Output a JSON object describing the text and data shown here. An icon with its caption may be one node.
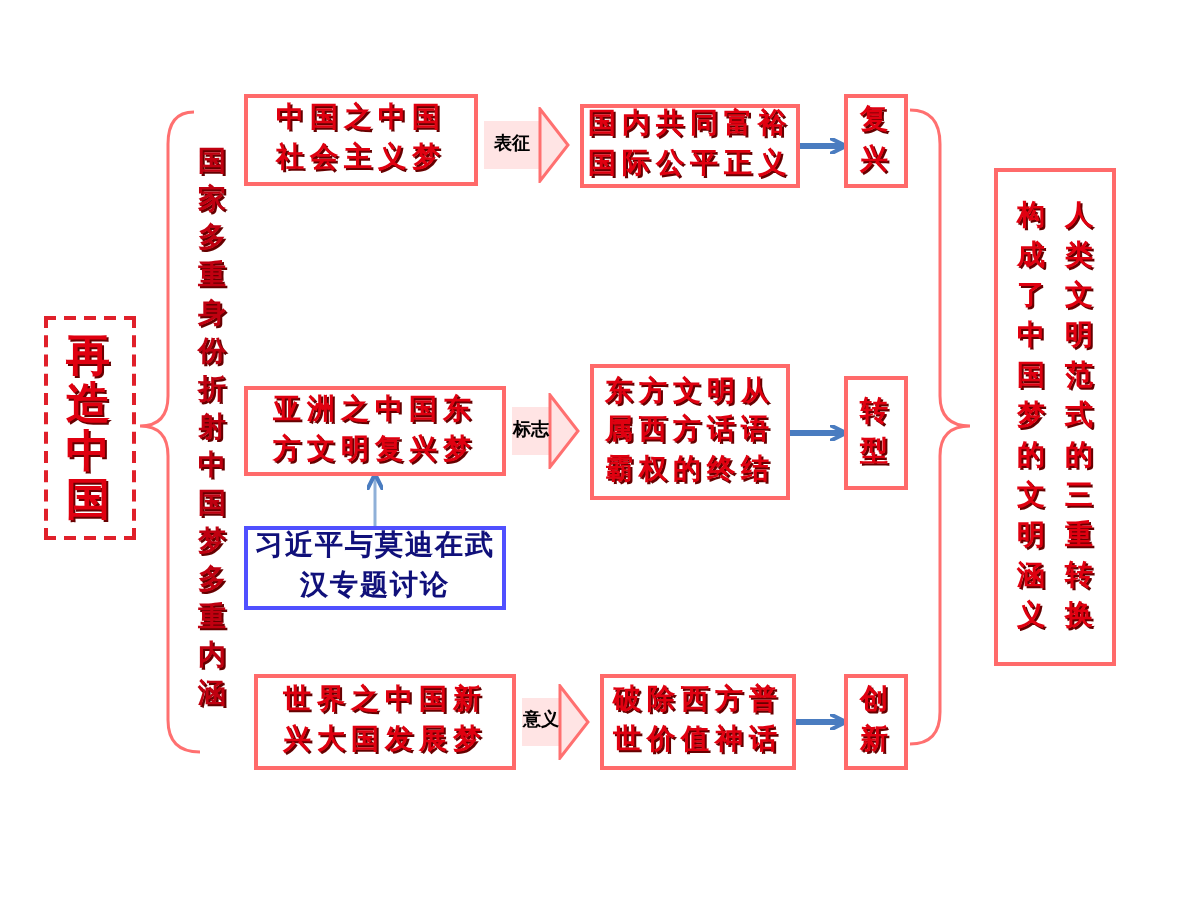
{
  "diagram": {
    "nodes": [
      {
        "text": [
          "再造中国"
        ]
      },
      {
        "text": [
          "中国之中国社会主义梦"
        ]
      },
      {
        "text": [
          "国内共同富裕国际公平正义"
        ]
      },
      {
        "text": [
          "复兴"
        ]
      },
      {
        "text": [
          "亚洲之中国东方文明复兴梦"
        ]
      },
      {
        "text": [
          "东方文明从属西方话语霸权的终结"
        ]
      },
      {
        "text": [
          "转型"
        ]
      },
      {
        "text": [
          "习近平与莫迪在武汉专题讨论"
        ]
      },
      {
        "text": [
          "世界之中国新兴大国发展梦"
        ]
      },
      {
        "text": [
          "破除西方普世价值神话"
        ]
      },
      {
        "text": [
          "创新"
        ]
      },
      {
        "text": [
          "人类文明范式的三重转换构成了中国梦的文明涵义"
        ]
      }
    ],
    "edges": [
      {
        "from": 1,
        "to": 2,
        "arrow": "to",
        "label": "表征",
        "style": "thick"
      },
      {
        "from": 2,
        "to": 3,
        "arrow": "to",
        "color": "#4a7cc0"
      },
      {
        "from": 4,
        "to": 5,
        "arrow": "to",
        "label": "标志",
        "style": "thick"
      },
      {
        "from": 5,
        "to": 6,
        "arrow": "to",
        "color": "#4a7cc0"
      },
      {
        "from": 7,
        "to": 4,
        "arrow": "to",
        "color": "#8fb0d8"
      },
      {
        "from": 8,
        "to": 9,
        "arrow": "to",
        "label": "意义",
        "style": "thick"
      },
      {
        "from": 9,
        "to": 10,
        "arrow": "to",
        "color": "#4a7cc0"
      }
    ],
    "labels": [
      "国家多重身份折射中国梦多重内涵"
    ]
  }
}
